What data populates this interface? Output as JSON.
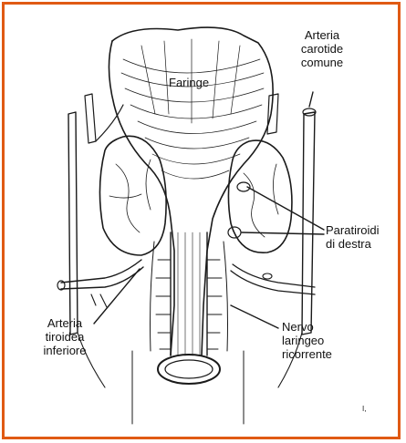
{
  "figure": {
    "frame_color": "#e05a14",
    "labels": {
      "pharynx": "Faringe",
      "carotid": "Arteria\ncarotide\ncomune",
      "parathyroids": "Paratiroidi\ndi destra",
      "inferior_thyroid_artery": "Arteria\ntiroidea\ninferiore",
      "recurrent_nerve": "Nervo\nlaringeo\nricorrente",
      "corner_mark": "I,"
    }
  }
}
